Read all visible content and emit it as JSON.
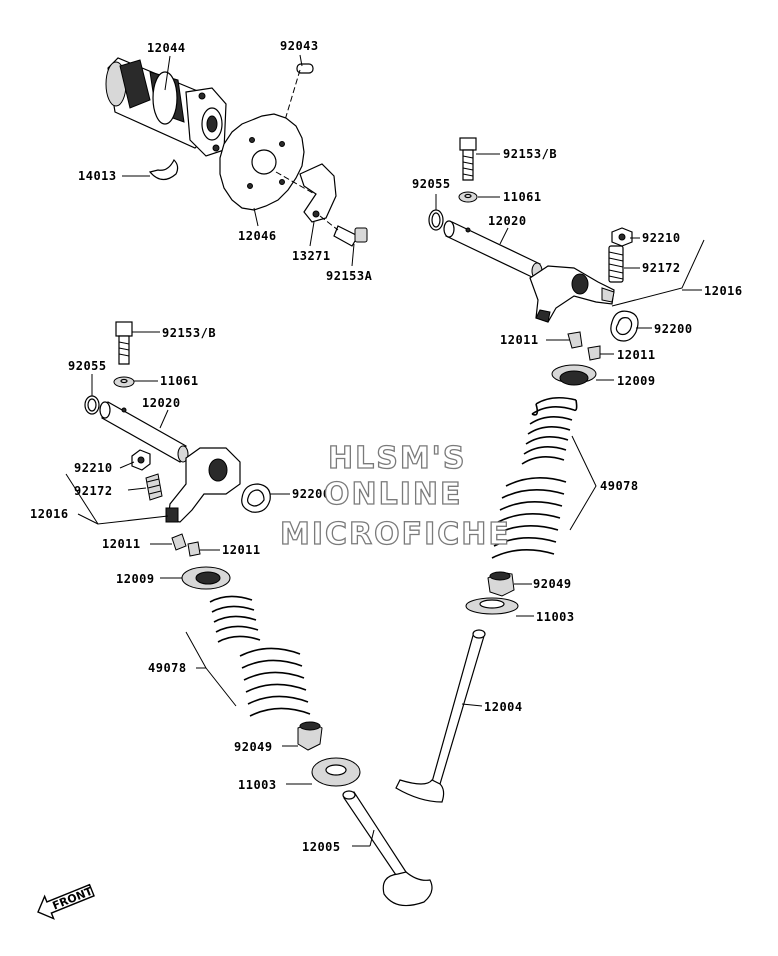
{
  "parts": {
    "camshaft": "12044",
    "dowel_pin": "92043",
    "circlip": "14013",
    "cam_sprocket": "12046",
    "plate": "13271",
    "sprocket_bolt": "92153A",
    "bolt_b": "92153/B",
    "washer": "11061",
    "o_ring": "92055",
    "rocker_shaft": "12020",
    "locknut": "92210",
    "adjust_screw": "92172",
    "rocker_arm": "12016",
    "gasket": "92200",
    "cotter": "12011",
    "spring_retainer": "12009",
    "valve_spring": "49078",
    "oil_seal": "92049",
    "spring_seat": "11003",
    "valve_exhaust": "12004",
    "valve_intake": "12005"
  },
  "watermark": {
    "line1": "HLSM'S",
    "line2": "ONLINE",
    "line3": "MICROFICHE"
  },
  "front_label": "FRONT"
}
